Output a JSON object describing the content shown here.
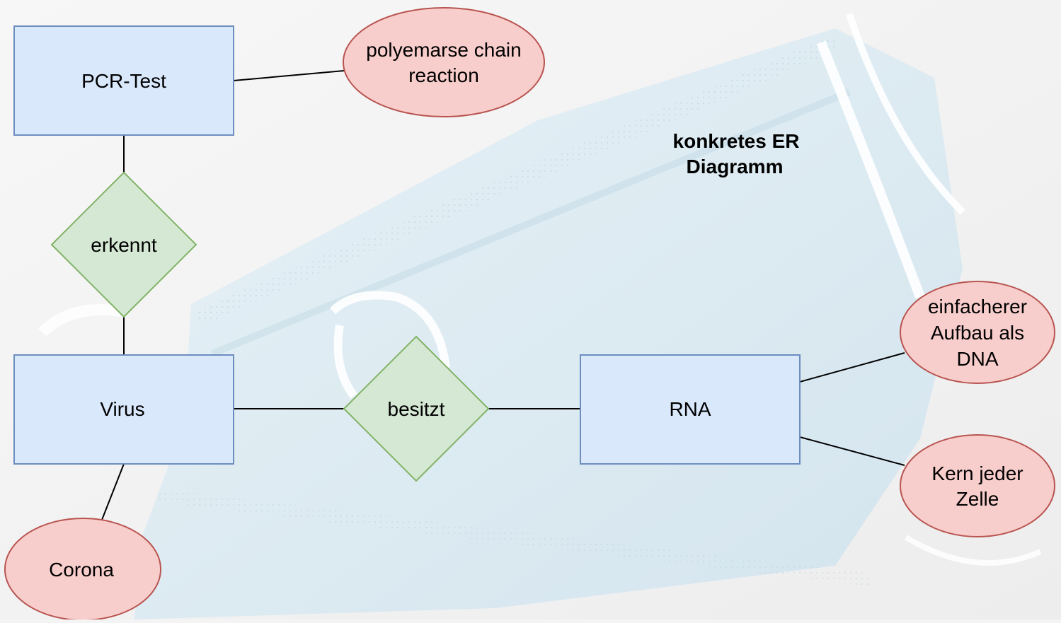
{
  "title_lines": [
    "konkretes ER",
    "Diagramm"
  ],
  "entities": {
    "pcr": "PCR-Test",
    "virus": "Virus",
    "rna": "RNA"
  },
  "relationships": {
    "erkennt": "erkennt",
    "besitzt": "besitzt"
  },
  "attributes": {
    "pcr_attr": [
      "polyemarse chain",
      "reaction"
    ],
    "corona": [
      "Corona"
    ],
    "rna_attr1": [
      "einfacherer",
      "Aufbau als",
      "DNA"
    ],
    "rna_attr2": [
      "Kern jeder",
      "Zelle"
    ]
  },
  "colors": {
    "entity_fill": "#dae8fc",
    "entity_stroke": "#6c8ebf",
    "relation_fill": "#d5e8d4",
    "relation_stroke": "#82b366",
    "attribute_fill": "#f8cecc",
    "attribute_stroke": "#b85450",
    "mask_blue": "#d9ebf3"
  },
  "background": "surgical-face-mask-photo"
}
